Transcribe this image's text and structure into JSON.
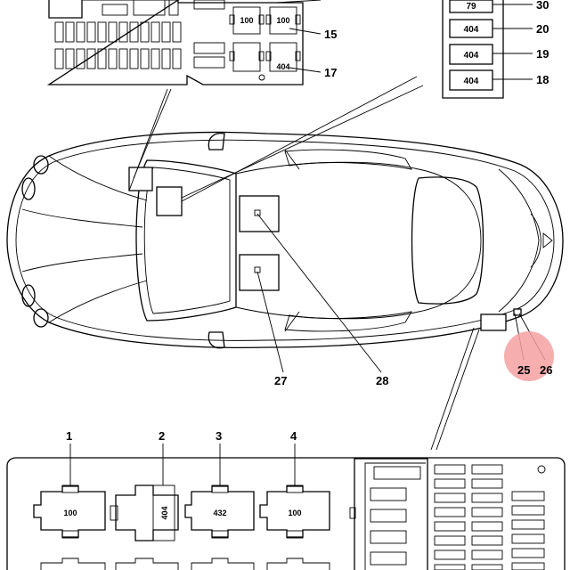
{
  "callouts": {
    "c15": "15",
    "c17": "17",
    "c30": "30",
    "c20": "20",
    "c19": "19",
    "c18": "18",
    "c25": "25",
    "c26": "26",
    "c27": "27",
    "c28": "28",
    "c1": "1",
    "c2": "2",
    "c3": "3",
    "c4": "4"
  },
  "top_relays": {
    "r15": "100",
    "r15b": "100",
    "r17": "404"
  },
  "right_fuses": {
    "f30": "79",
    "f20": "404",
    "f19": "404",
    "f18": "404"
  },
  "bottom_relays": {
    "r1": "100",
    "r2": "404",
    "r3": "432",
    "r4": "100"
  },
  "colors": {
    "highlight": "#f4a0a0"
  }
}
